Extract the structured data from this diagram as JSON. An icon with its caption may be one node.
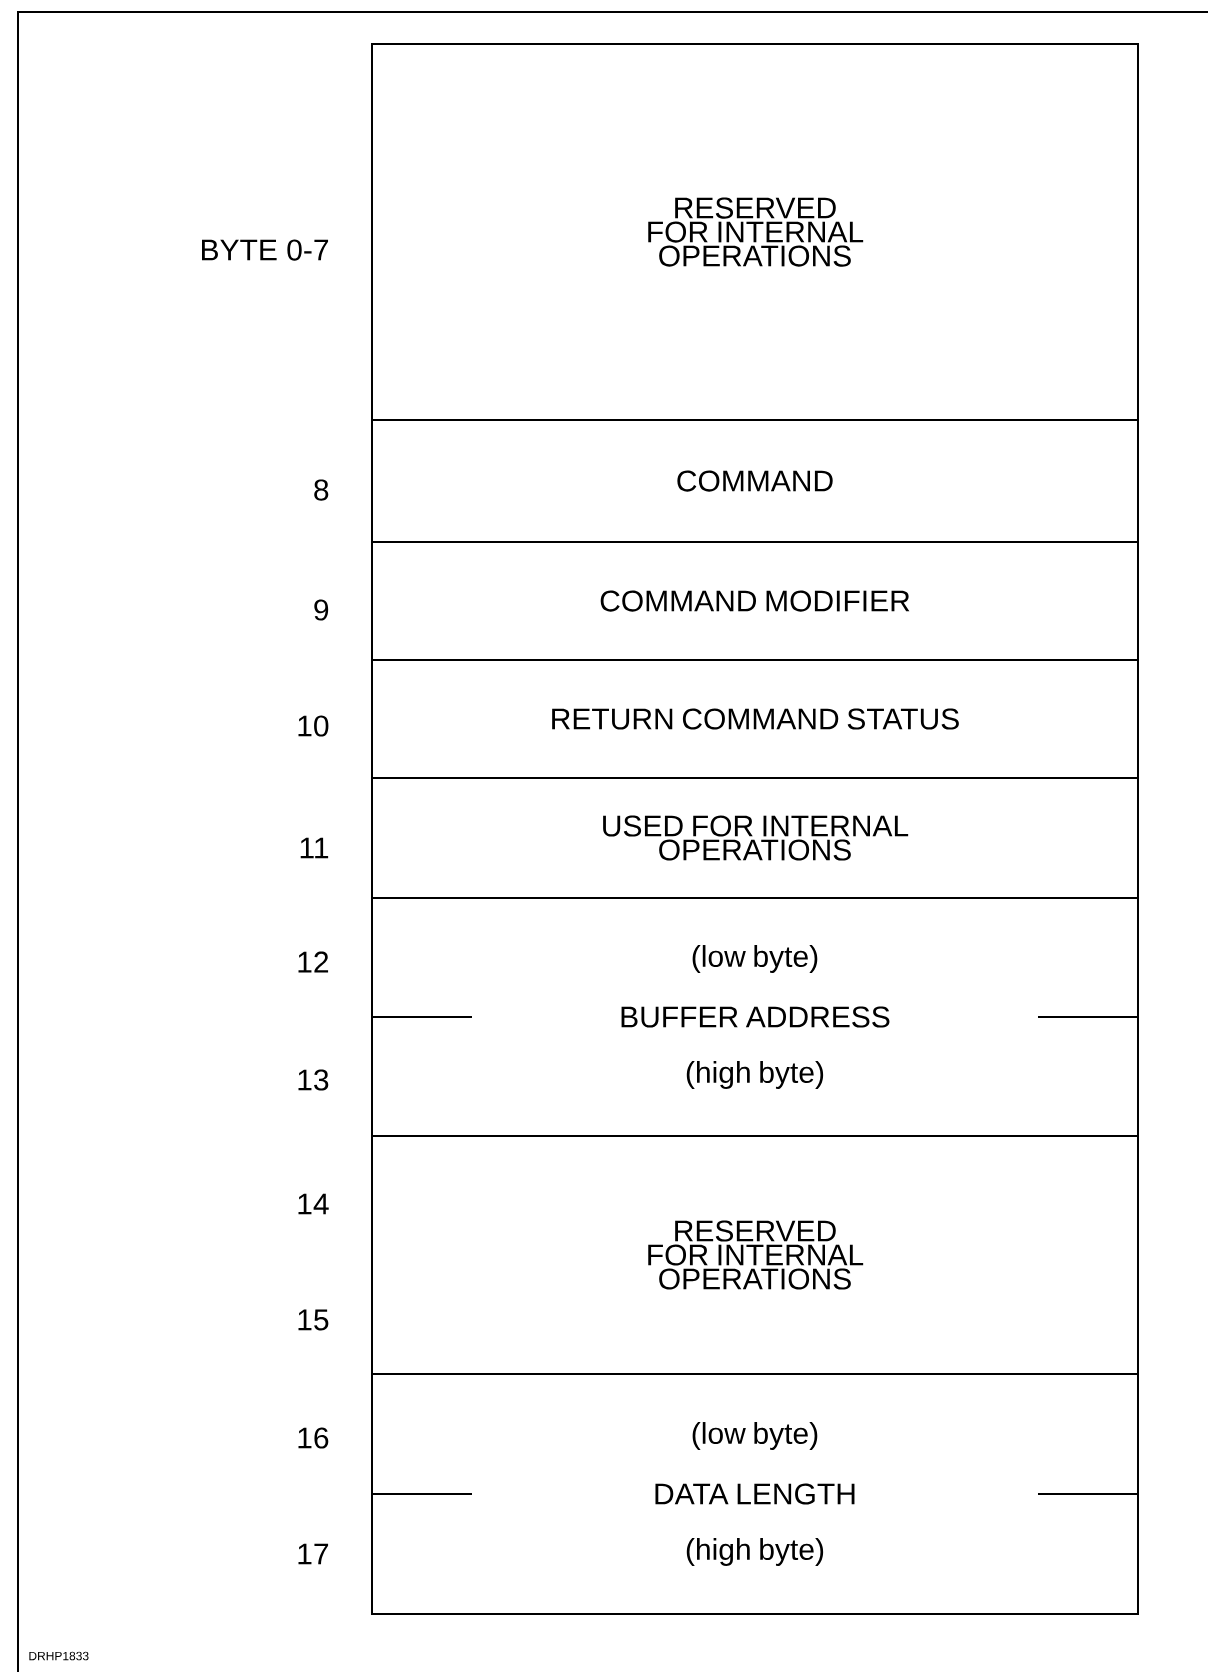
{
  "diagram": {
    "nodes": [
      {
        "text": [
          "RESERVED FOR INTERNAL OPERATIONS"
        ]
      },
      {
        "text": [
          "COMMAND"
        ]
      },
      {
        "text": [
          "COMMAND MODIFIER"
        ]
      },
      {
        "text": [
          "RETURN COMMAND STATUS"
        ]
      },
      {
        "text": [
          "USED FOR INTERNAL OPERATIONS"
        ]
      },
      {
        "text": [
          "(low byte)",
          "BUFFER ADDRESS",
          "(high byte)"
        ]
      },
      {
        "text": [
          "RESERVED FOR INTERNAL OPERATIONS"
        ]
      },
      {
        "text": [
          "(low byte)",
          "DATA LENGTH",
          "(high byte)"
        ]
      }
    ],
    "labels": [
      "BYTE 0-7",
      "8",
      "9",
      "10",
      "11",
      "12",
      "13",
      "14",
      "15",
      "16",
      "17",
      "DRHP1833"
    ]
  }
}
